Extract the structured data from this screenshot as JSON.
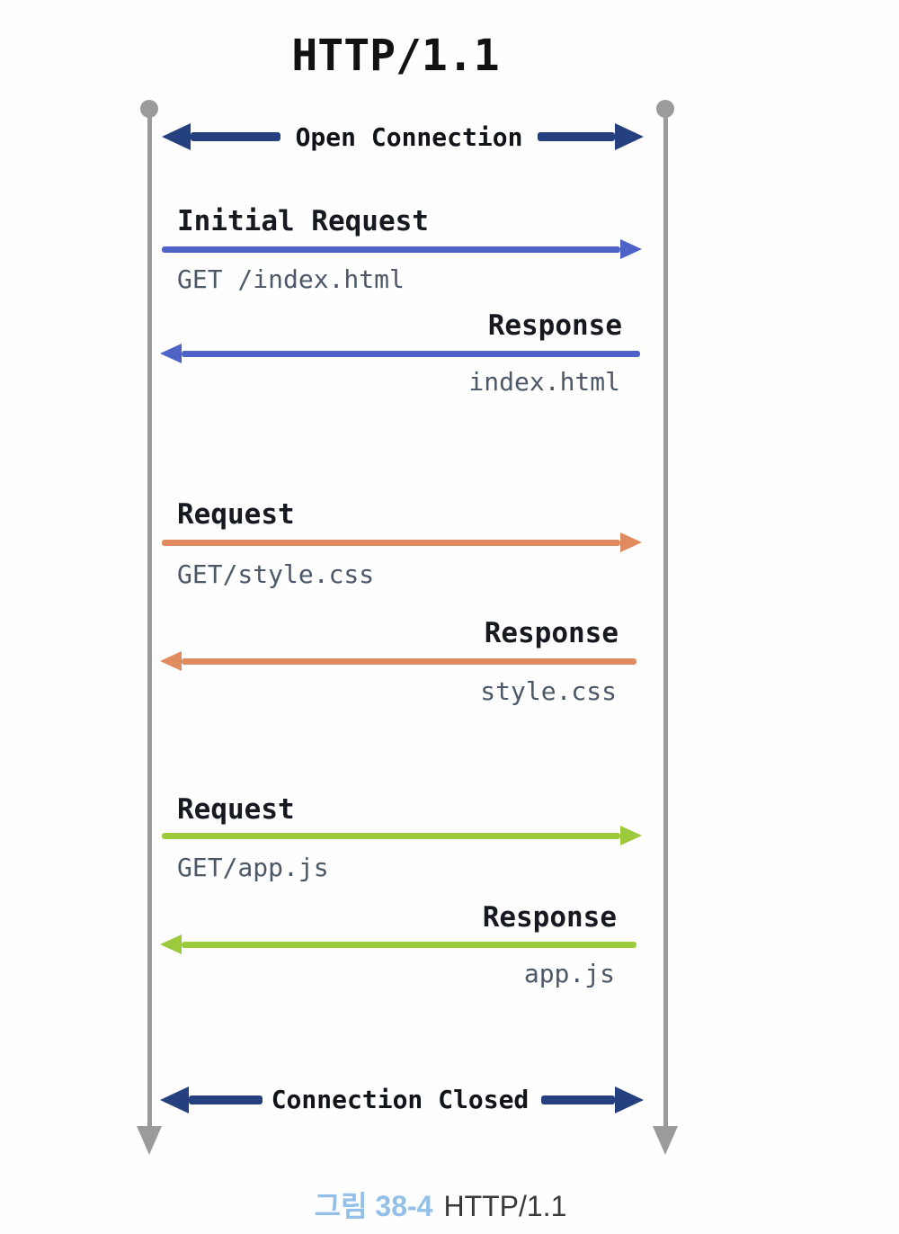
{
  "title": "HTTP/1.1",
  "colors": {
    "navy": "#24407e",
    "blue": "#4d63c6",
    "orange": "#e08a5f",
    "green": "#9dc93d",
    "lifeline_gray": "#9b9b9b",
    "label_text": "#16191f",
    "sub_text": "#4c5868",
    "caption_accent": "#92c0e8",
    "caption_text": "#3a3a3a"
  },
  "messages": [
    {
      "id": "open-connection",
      "label": "Open Connection",
      "direction": "both",
      "color": "#24407e"
    },
    {
      "id": "initial-request",
      "label": "Initial Request",
      "sublabel": "GET /index.html",
      "direction": "right",
      "color": "#4d63c6"
    },
    {
      "id": "response-index",
      "label": "Response",
      "sublabel": "index.html",
      "direction": "left",
      "color": "#4d63c6"
    },
    {
      "id": "request-style",
      "label": "Request",
      "sublabel": "GET/style.css",
      "direction": "right",
      "color": "#e08a5f"
    },
    {
      "id": "response-style",
      "label": "Response",
      "sublabel": "style.css",
      "direction": "left",
      "color": "#e08a5f"
    },
    {
      "id": "request-app",
      "label": "Request",
      "sublabel": "GET/app.js",
      "direction": "right",
      "color": "#9dc93d"
    },
    {
      "id": "response-app",
      "label": "Response",
      "sublabel": "app.js",
      "direction": "left",
      "color": "#9dc93d"
    },
    {
      "id": "connection-closed",
      "label": "Connection Closed",
      "direction": "both",
      "color": "#24407e"
    }
  ],
  "caption": {
    "figure_label": "그림 38-4",
    "figure_title": "HTTP/1.1"
  }
}
